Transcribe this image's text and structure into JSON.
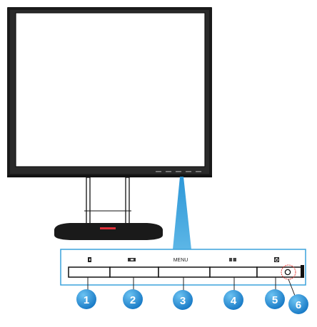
{
  "panel": {
    "menu_label": "MENU",
    "button_icons": [
      "splendid-icon",
      "input-select-icon",
      "menu",
      "brightness-icon",
      "power-icon"
    ]
  },
  "callouts": [
    "1",
    "2",
    "3",
    "4",
    "5",
    "6"
  ],
  "colors": {
    "callout_fill": "#1f8ed8",
    "beam": "#3aa2dc",
    "highlight_circle": "#e53935",
    "bezel": "#1a1a1a"
  }
}
